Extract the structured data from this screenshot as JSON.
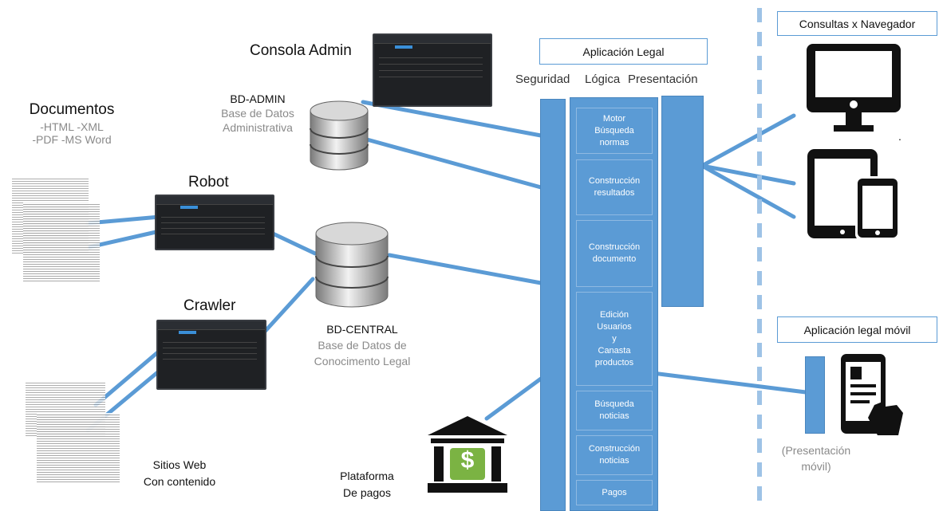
{
  "app": {
    "title": "Aplicación Legal",
    "columns": [
      "Seguridad",
      "Lógica",
      "Presentación"
    ],
    "modules": [
      {
        "id": "motor",
        "lines": [
          "Motor",
          "Búsqueda",
          "normas"
        ]
      },
      {
        "id": "resultados",
        "lines": [
          "Construcción",
          "resultados"
        ]
      },
      {
        "id": "documento",
        "lines": [
          "Construcción",
          "documento"
        ]
      },
      {
        "id": "usuarios",
        "lines": [
          "Edición",
          "Usuarios",
          "y",
          "Canasta",
          "productos"
        ]
      },
      {
        "id": "noticias",
        "lines": [
          "Búsqueda",
          "noticias"
        ]
      },
      {
        "id": "const-noticias",
        "lines": [
          "Construcción",
          "noticias"
        ]
      },
      {
        "id": "pagos",
        "lines": [
          "Pagos"
        ]
      }
    ]
  },
  "consola": {
    "title": "Consola Admin"
  },
  "bd_admin": {
    "name": "BD-ADMIN",
    "desc1": "Base de Datos",
    "desc2": "Administrativa"
  },
  "documentos": {
    "title": "Documentos",
    "line1": "-HTML -XML",
    "line2": "-PDF -MS Word"
  },
  "robot": {
    "title": "Robot"
  },
  "crawler": {
    "title": "Crawler"
  },
  "bd_central": {
    "name": "BD-CENTRAL",
    "desc1": "Base de Datos de",
    "desc2": "Conocimento Legal"
  },
  "sitios": {
    "line1": "Sitios Web",
    "line2": "Con contenido"
  },
  "pagos": {
    "line1": "Plataforma",
    "line2": "De pagos",
    "symbol": "$"
  },
  "navegador": {
    "title": "Consultas x Navegador",
    "dot": "."
  },
  "movil": {
    "title": "Aplicación legal móvil",
    "note1": "(Presentación",
    "note2": "móvil)"
  },
  "icons": [
    "monitor-icon",
    "tablet-phone-icon",
    "mobile-touch-icon",
    "bank-icon",
    "database-icon",
    "document-stack-icon"
  ],
  "colors": {
    "accent": "#5b9bd5",
    "dark": "#111111",
    "grey": "#8a8a8a",
    "screen": "#1f2124"
  }
}
